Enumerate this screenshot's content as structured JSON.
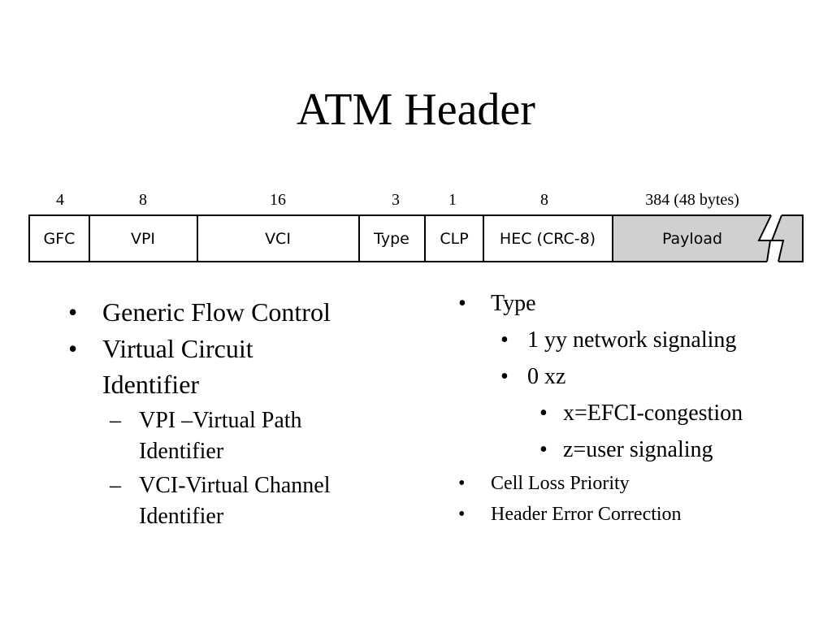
{
  "slide": {
    "title": "ATM Header"
  },
  "diagram": {
    "bits": [
      "4",
      "8",
      "16",
      "3",
      "1",
      "8",
      "384 (48 bytes)"
    ],
    "fields": [
      "GFC",
      "VPI",
      "VCI",
      "Type",
      "CLP",
      "HEC (CRC-8)",
      "Payload"
    ],
    "colors": {
      "border": "#000000",
      "payload_fill": "#d0d0d0",
      "header_fill": "#ffffff"
    }
  },
  "left_bullets": {
    "marker": "•",
    "sub_marker": "–",
    "gfc": "Generic Flow Control",
    "vci_line1": "Virtual Circuit",
    "vci_line2": "Identifier",
    "vpi_sub_line1": "VPI –Virtual Path",
    "vpi_sub_line2": "Identifier",
    "vci_sub_line1": "VCI-Virtual Channel",
    "vci_sub_line2": "Identifier"
  },
  "right_bullets": {
    "marker": "•",
    "type": "Type",
    "network_signaling": "1 yy network signaling",
    "zero_xz": "0 xz",
    "efci": "x=EFCI-congestion",
    "user_signaling": "z=user signaling",
    "cell_loss": "Cell Loss Priority",
    "header_error": "Header Error Correction"
  }
}
